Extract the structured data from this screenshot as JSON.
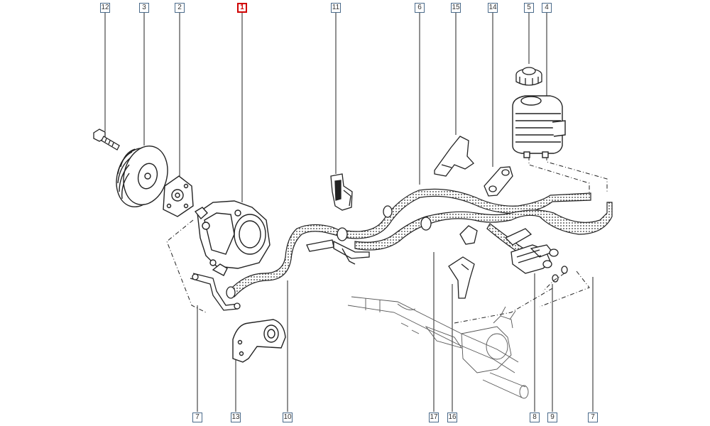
{
  "diagram": {
    "selected_part": "1",
    "callouts": [
      {
        "id": "c12",
        "label": "12"
      },
      {
        "id": "c3",
        "label": "3"
      },
      {
        "id": "c2",
        "label": "2"
      },
      {
        "id": "c1",
        "label": "1"
      },
      {
        "id": "c11",
        "label": "11"
      },
      {
        "id": "c6",
        "label": "6"
      },
      {
        "id": "c15",
        "label": "15"
      },
      {
        "id": "c14",
        "label": "14"
      },
      {
        "id": "c5",
        "label": "5"
      },
      {
        "id": "c4",
        "label": "4"
      },
      {
        "id": "c7a",
        "label": "7"
      },
      {
        "id": "c13",
        "label": "13"
      },
      {
        "id": "c10",
        "label": "10"
      },
      {
        "id": "c17",
        "label": "17"
      },
      {
        "id": "c16",
        "label": "16"
      },
      {
        "id": "c8",
        "label": "8"
      },
      {
        "id": "c9",
        "label": "9"
      },
      {
        "id": "c7b",
        "label": "7"
      }
    ],
    "colors": {
      "selected": "#d00000",
      "callout_border": "#4a6a8a",
      "line": "#222222"
    }
  }
}
